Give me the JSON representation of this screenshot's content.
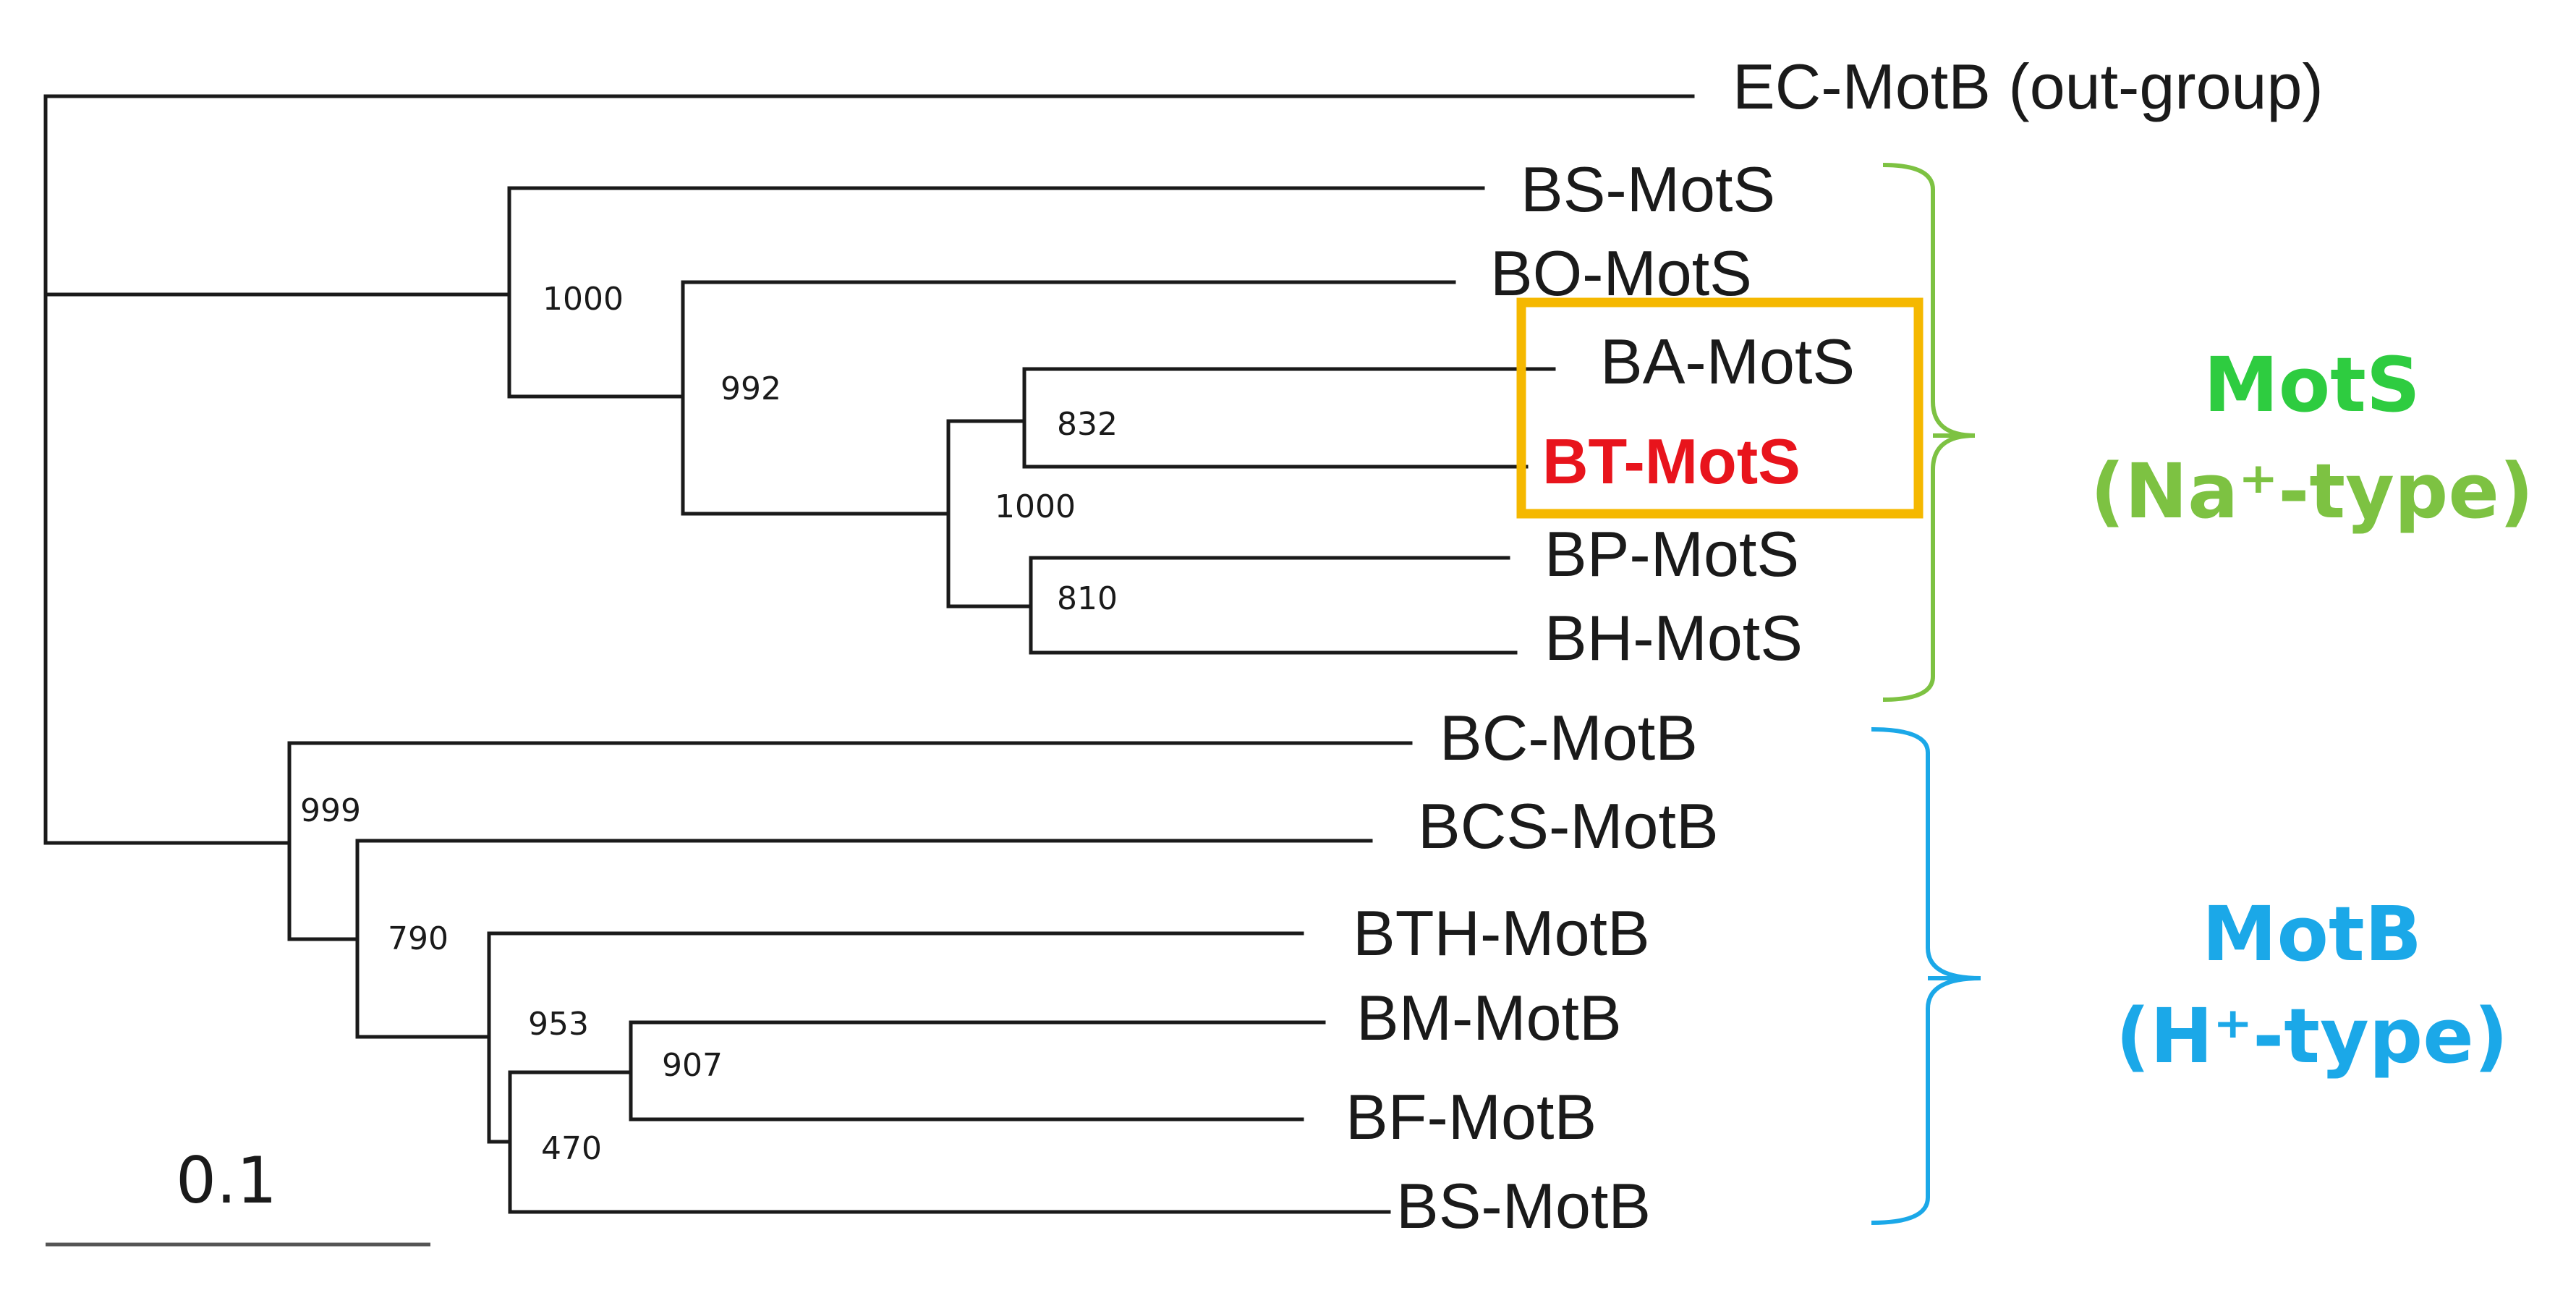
{
  "outgroup_label": "EC-MotB (out-group)",
  "leaves": {
    "bs_mots": "BS-MotS",
    "bo_mots": "BO-MotS",
    "ba_mots": "BA-MotS",
    "bt_mots": "BT-MotS",
    "bp_mots": "BP-MotS",
    "bh_mots": "BH-MotS",
    "bc_motb": "BC-MotB",
    "bcs_motb": "BCS-MotB",
    "bth_motb": "BTH-MotB",
    "bm_motb": "BM-MotB",
    "bf_motb": "BF-MotB",
    "bs_motb": "BS-MotB"
  },
  "bootstrap": {
    "mots_root": "1000",
    "bo_node": "992",
    "ba_bt_node": "832",
    "ba_bp_node": "1000",
    "bp_bh_node": "810",
    "motb_root": "999",
    "bcs_node": "790",
    "bth_node": "953",
    "bm_bf_node": "907",
    "bs_node": "470"
  },
  "scale_bar_label": "0.1",
  "groups": {
    "mots": {
      "title": "MotS",
      "subtitle": "(Na⁺-type)",
      "color": "#7dc242",
      "title_color": "#2ecc40"
    },
    "motb": {
      "title": "MotB",
      "subtitle": "(H⁺-type)",
      "color": "#1ba8e8"
    }
  },
  "highlight_box_color": "#f5b800",
  "highlight_text_color": "#e8141c"
}
